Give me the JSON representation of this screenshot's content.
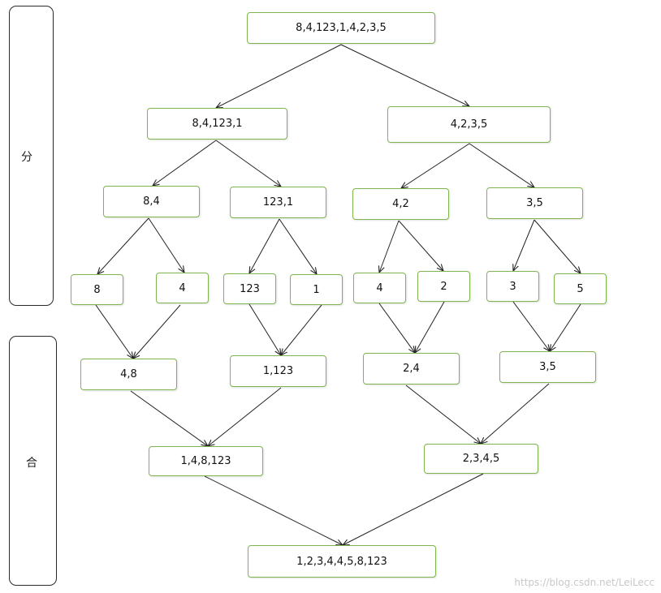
{
  "phases": {
    "divide": "分",
    "merge": "合"
  },
  "nodes": {
    "root": "8,4,123,1,4,2,3,5",
    "split_left": "8,4,123,1",
    "split_right": "4,2,3,5",
    "split_8_4": "8,4",
    "split_123_1": "123,1",
    "split_4_2": "4,2",
    "split_3_5": "3,5",
    "leaf_8": "8",
    "leaf_4a": "4",
    "leaf_123": "123",
    "leaf_1": "1",
    "leaf_4b": "4",
    "leaf_2": "2",
    "leaf_3": "3",
    "leaf_5": "5",
    "merge_4_8": "4,8",
    "merge_1_123": "1,123",
    "merge_2_4": "2,4",
    "merge_3_5": "3,5",
    "merge_left": "1,4,8,123",
    "merge_right": "2,3,4,5",
    "result": "1,2,3,4,4,5,8,123"
  },
  "watermark": "https://blog.csdn.net/LeiLecc"
}
